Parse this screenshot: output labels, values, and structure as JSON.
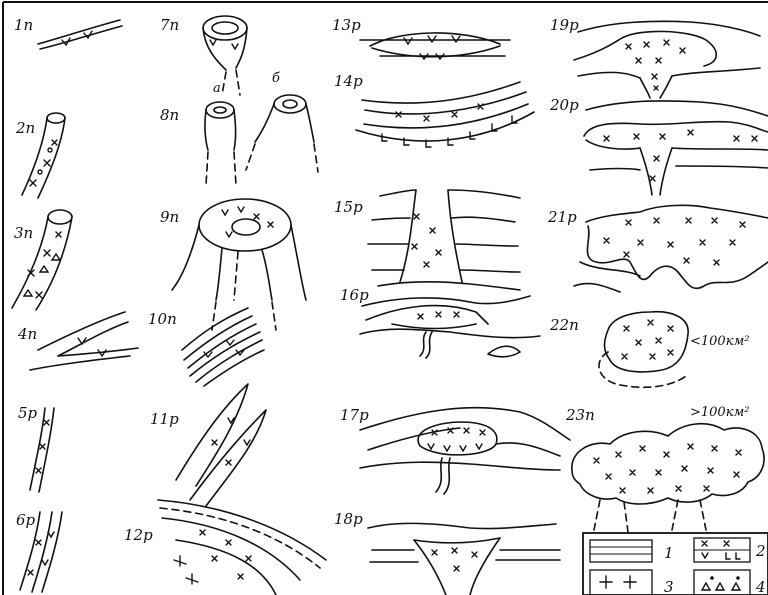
{
  "labels": {
    "l1": "1п",
    "l2": "2п",
    "l3": "3п",
    "l4": "4п",
    "l5": "5р",
    "l6": "6р",
    "l7": "7п",
    "l8": "8п",
    "l8a": "а",
    "l8b": "б",
    "l9": "9п",
    "l10": "10п",
    "l11": "11р",
    "l12": "12р",
    "l13": "13р",
    "l14": "14р",
    "l15": "15р",
    "l16": "16р",
    "l17": "17р",
    "l18": "18р",
    "l19": "19р",
    "l20": "20р",
    "l21": "21р",
    "l22": "22п",
    "l23": "23п"
  },
  "area_notes": {
    "small": "<100км²",
    "large": ">100км²"
  },
  "legend": {
    "n1": "1",
    "n2": "2",
    "n3": "3",
    "n4": "4"
  }
}
